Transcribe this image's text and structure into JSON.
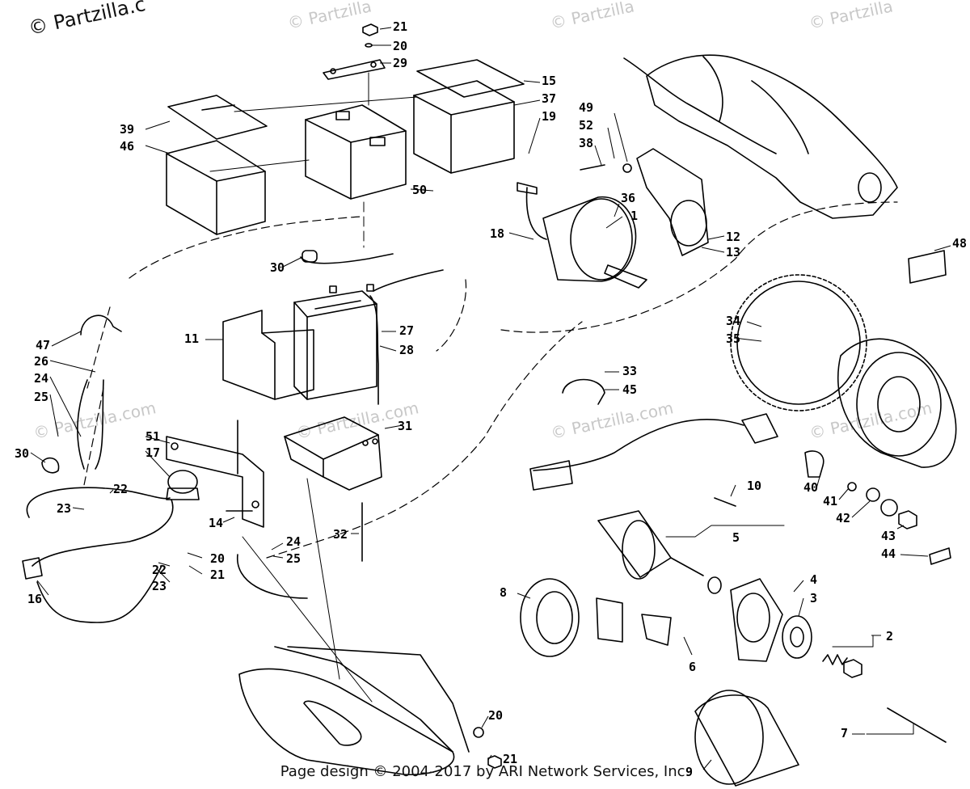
{
  "watermark": {
    "main": "© Partzilla.c",
    "faint": [
      "© Partzilla",
      "© Partzilla",
      "© Partzilla",
      "© Partzilla.com",
      "© Partzilla.com",
      "© Partzilla.com",
      "© Partzilla.com"
    ]
  },
  "callouts": [
    "21",
    "20",
    "29",
    "15",
    "37",
    "19",
    "49",
    "52",
    "38",
    "39",
    "46",
    "50",
    "36",
    "1",
    "18",
    "12",
    "13",
    "30",
    "48",
    "34",
    "35",
    "47",
    "27",
    "28",
    "11",
    "26",
    "24",
    "25",
    "31",
    "33",
    "45",
    "51",
    "17",
    "30",
    "22",
    "23",
    "14",
    "32",
    "24",
    "25",
    "10",
    "40",
    "41",
    "42",
    "43",
    "44",
    "5",
    "4",
    "3",
    "8",
    "20",
    "21",
    "22",
    "23",
    "16",
    "6",
    "2",
    "7",
    "9",
    "20",
    "21"
  ],
  "footer": "Page design © 2004-2017 by ARI Network Services, Inc."
}
